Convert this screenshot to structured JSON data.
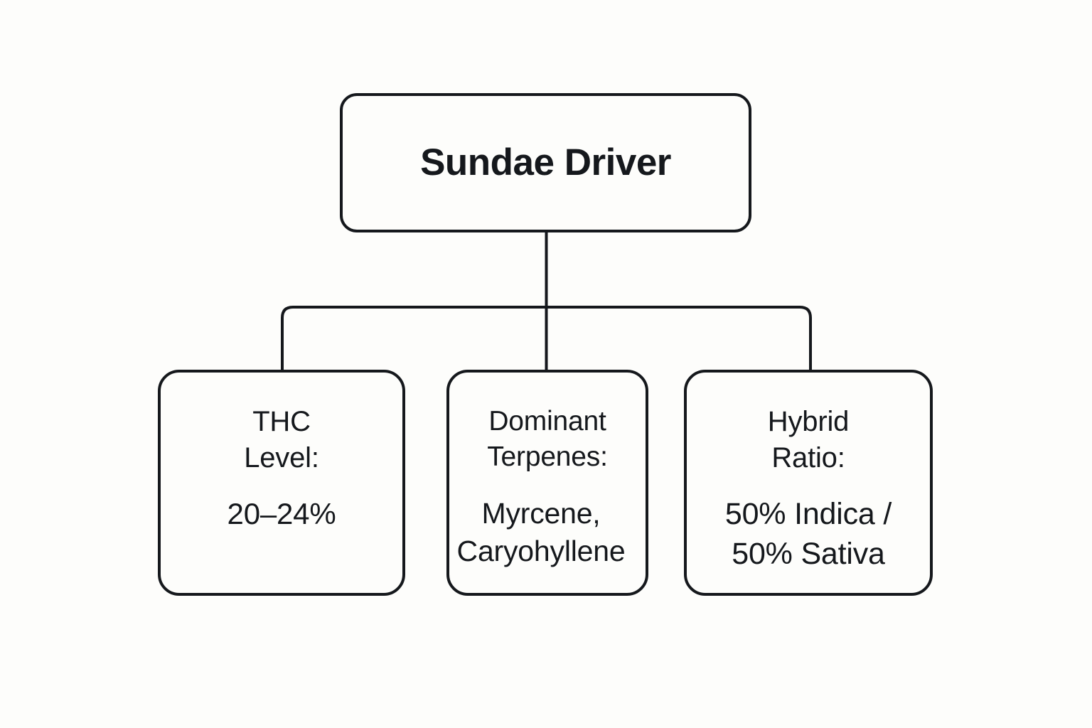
{
  "diagram": {
    "type": "tree",
    "orientation": "top-down",
    "background_color": "#fdfdfb",
    "line_color": "#15181c",
    "root": {
      "id": "strain",
      "title": "Sundae Driver"
    },
    "children": [
      {
        "id": "thc-level",
        "label": "THC\nLevel:",
        "value": "20–24%"
      },
      {
        "id": "dominant-terpenes",
        "label": "Dominant\nTerpenes:",
        "value": "Myrcene,\nCaryohyllene"
      },
      {
        "id": "hybrid-ratio",
        "label": "Hybrid\nRatio:",
        "value": "50% Indica /\n50% Sativa"
      }
    ]
  }
}
